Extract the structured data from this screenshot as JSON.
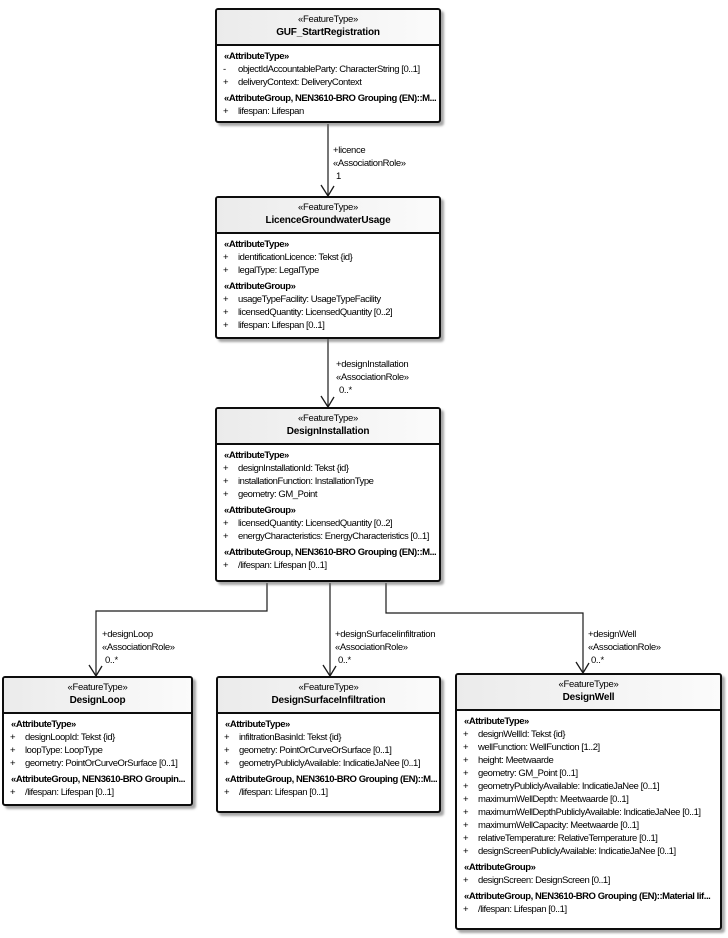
{
  "classes": [
    {
      "stereotype": "«FeatureType»",
      "name": "GUF_StartRegistration",
      "sections": [
        {
          "header": "«AttributeType»",
          "rows": [
            {
              "vis": "-",
              "text": "objectIdAccountableParty: CharacterString [0..1]"
            },
            {
              "vis": "+",
              "text": "deliveryContext: DeliveryContext"
            }
          ]
        },
        {
          "header": "«AttributeGroup, NEN3610-BRO Grouping (EN)::M...",
          "rows": [
            {
              "vis": "+",
              "text": "lifespan: Lifespan"
            }
          ]
        }
      ]
    },
    {
      "stereotype": "«FeatureType»",
      "name": "LicenceGroundwaterUsage",
      "sections": [
        {
          "header": "«AttributeType»",
          "rows": [
            {
              "vis": "+",
              "text": "identificationLicence: Tekst {id}"
            },
            {
              "vis": "+",
              "text": "legalType: LegalType"
            }
          ]
        },
        {
          "header": "«AttributeGroup»",
          "rows": [
            {
              "vis": "+",
              "text": "usageTypeFacility: UsageTypeFacility"
            },
            {
              "vis": "+",
              "text": "licensedQuantity: LicensedQuantity [0..2]"
            },
            {
              "vis": "+",
              "text": "lifespan: Lifespan [0..1]"
            }
          ]
        }
      ]
    },
    {
      "stereotype": "«FeatureType»",
      "name": "DesignInstallation",
      "sections": [
        {
          "header": "«AttributeType»",
          "rows": [
            {
              "vis": "+",
              "text": "designInstallationId: Tekst {id}"
            },
            {
              "vis": "+",
              "text": "installationFunction: InstallationType"
            },
            {
              "vis": "+",
              "text": "geometry: GM_Point"
            }
          ]
        },
        {
          "header": "«AttributeGroup»",
          "rows": [
            {
              "vis": "+",
              "text": "licensedQuantity: LicensedQuantity [0..2]"
            },
            {
              "vis": "+",
              "text": "energyCharacteristics: EnergyCharacteristics [0..1]"
            }
          ]
        },
        {
          "header": "«AttributeGroup, NEN3610-BRO Grouping (EN)::M...",
          "rows": [
            {
              "vis": "+",
              "text": "/lifespan: Lifespan [0..1]"
            }
          ]
        }
      ]
    },
    {
      "stereotype": "«FeatureType»",
      "name": "DesignLoop",
      "sections": [
        {
          "header": "«AttributeType»",
          "rows": [
            {
              "vis": "+",
              "text": "designLoopId: Tekst {id}"
            },
            {
              "vis": "+",
              "text": "loopType: LoopType"
            },
            {
              "vis": "+",
              "text": "geometry: PointOrCurveOrSurface [0..1]"
            }
          ]
        },
        {
          "header": "«AttributeGroup, NEN3610-BRO Groupin...",
          "rows": [
            {
              "vis": "+",
              "text": "/lifespan: Lifespan [0..1]"
            }
          ]
        }
      ]
    },
    {
      "stereotype": "«FeatureType»",
      "name": "DesignSurfaceInfiltration",
      "sections": [
        {
          "header": "«AttributeType»",
          "rows": [
            {
              "vis": "+",
              "text": "infiltrationBasinId: Tekst {id}"
            },
            {
              "vis": "+",
              "text": "geometry: PointOrCurveOrSurface [0..1]"
            },
            {
              "vis": "+",
              "text": "geometryPubliclyAvailable: IndicatieJaNee [0..1]"
            }
          ]
        },
        {
          "header": "«AttributeGroup, NEN3610-BRO Grouping (EN)::M...",
          "rows": [
            {
              "vis": "+",
              "text": "/lifespan: Lifespan [0..1]"
            }
          ]
        }
      ]
    },
    {
      "stereotype": "«FeatureType»",
      "name": "DesignWell",
      "sections": [
        {
          "header": "«AttributeType»",
          "rows": [
            {
              "vis": "+",
              "text": "designWellId: Tekst {id}"
            },
            {
              "vis": "+",
              "text": "wellFunction: WellFunction [1..2]"
            },
            {
              "vis": "+",
              "text": "height: Meetwaarde"
            },
            {
              "vis": "+",
              "text": "geometry: GM_Point [0..1]"
            },
            {
              "vis": "+",
              "text": "geometryPubliclyAvailable: IndicatieJaNee [0..1]"
            },
            {
              "vis": "+",
              "text": "maximumWellDepth: Meetwaarde [0..1]"
            },
            {
              "vis": "+",
              "text": "maximumWellDepthPubliclyAvailable: IndicatieJaNee [0..1]"
            },
            {
              "vis": "+",
              "text": "maximumWellCapacity: Meetwaarde [0..1]"
            },
            {
              "vis": "+",
              "text": "relativeTemperature: RelativeTemperature [0..1]"
            },
            {
              "vis": "+",
              "text": "designScreenPubliclyAvailable: IndicatieJaNee [0..1]"
            }
          ]
        },
        {
          "header": "«AttributeGroup»",
          "rows": [
            {
              "vis": "+",
              "text": "designScreen: DesignScreen [0..1]"
            }
          ]
        },
        {
          "header": "«AttributeGroup, NEN3610-BRO Grouping (EN)::Material lif...",
          "rows": [
            {
              "vis": "+",
              "text": "/lifespan: Lifespan [0..1]"
            }
          ]
        }
      ]
    }
  ],
  "associations": [
    {
      "role": "+licence",
      "stereotype": "«AssociationRole»",
      "multiplicity": "1"
    },
    {
      "role": "+designInstallation",
      "stereotype": "«AssociationRole»",
      "multiplicity": "0..*"
    },
    {
      "role": "+designLoop",
      "stereotype": "«AssociationRole»",
      "multiplicity": "0..*"
    },
    {
      "role": "+designSurfaceIinfiltration",
      "stereotype": "«AssociationRole»",
      "multiplicity": "0..*"
    },
    {
      "role": "+designWell",
      "stereotype": "«AssociationRole»",
      "multiplicity": "0..*"
    }
  ]
}
